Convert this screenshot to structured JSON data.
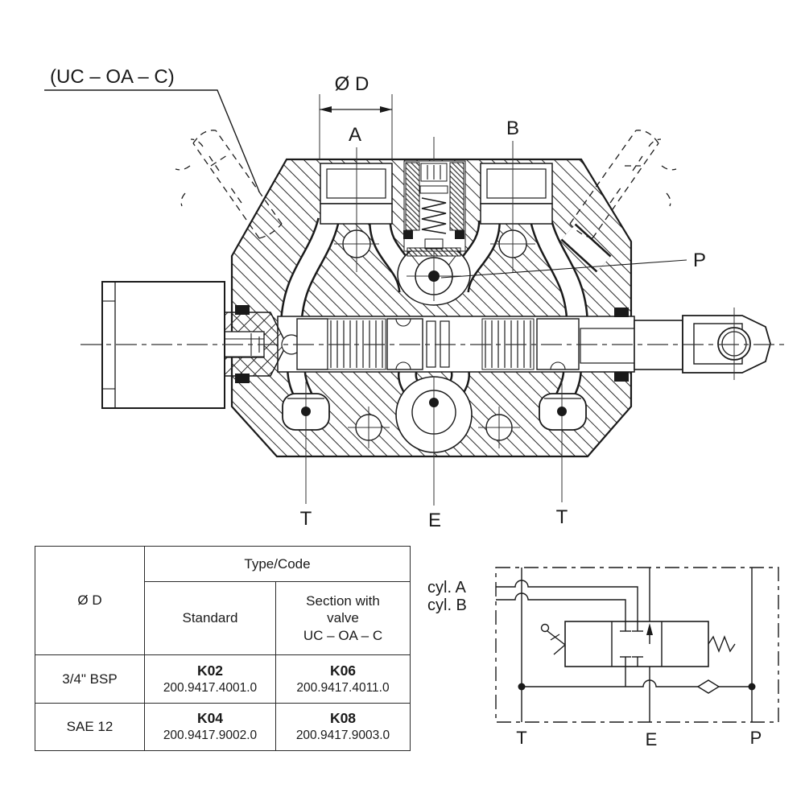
{
  "colors": {
    "ink": "#1a1a1a",
    "background": "#ffffff"
  },
  "drawing": {
    "phantom_label": "(UC – OA – C)",
    "diameter_label": "Ø D",
    "port_a_label": "A",
    "port_b_label": "B",
    "port_p_label": "P",
    "port_t_left_label": "T",
    "port_e_label": "E",
    "port_t_right_label": "T"
  },
  "table": {
    "diameter_header": "Ø D",
    "type_code_header": "Type/Code",
    "standard_header": "Standard",
    "section_header_lines": [
      "Section with",
      "valve",
      "UC – OA – C"
    ],
    "rows": [
      {
        "size": "3/4\" BSP",
        "standard_code": "K02",
        "standard_number": "200.9417.4001.0",
        "section_code": "K06",
        "section_number": "200.9417.4011.0"
      },
      {
        "size": "SAE 12",
        "standard_code": "K04",
        "standard_number": "200.9417.9002.0",
        "section_code": "K08",
        "section_number": "200.9417.9003.0"
      }
    ]
  },
  "schematic": {
    "cyl_a_label": "cyl. A",
    "cyl_b_label": "cyl. B",
    "port_t_label": "T",
    "port_e_label": "E",
    "port_p_label": "P"
  }
}
